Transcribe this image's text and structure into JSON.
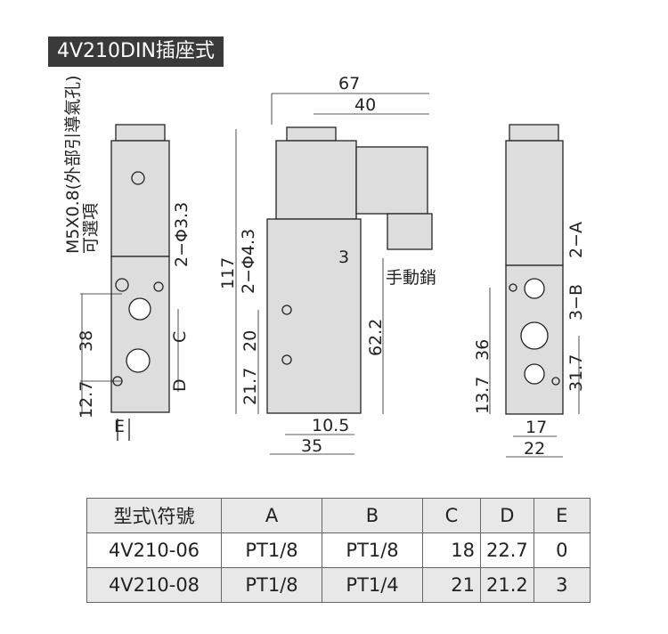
{
  "title": "4V210DIN插座式",
  "labels": {
    "m5": "M5X0.8(外部引導氣孔)",
    "optional": "可選項",
    "hole33": "2−Φ3.3",
    "d38": "38",
    "d127": "12.7",
    "C": "C",
    "D": "D",
    "E": "E",
    "d67": "67",
    "d40": "40",
    "d117": "117",
    "hole43": "2−Φ4.3",
    "d3": "3",
    "manual": "手動銷",
    "d20": "20",
    "d217": "21.7",
    "d622": "62.2",
    "d105": "10.5",
    "d35": "35",
    "d36": "36",
    "d137": "13.7",
    "d2A": "2−A",
    "d3B": "3−B",
    "d317": "31.7",
    "d17": "17",
    "d22": "22"
  },
  "table": {
    "headers": [
      "型式\\符號",
      "A",
      "B",
      "C",
      "D",
      "E"
    ],
    "rows": [
      [
        "4V210-06",
        "PT1/8",
        "PT1/8",
        "18",
        "22.7",
        "0"
      ],
      [
        "4V210-08",
        "PT1/8",
        "PT1/4",
        "21",
        "21.2",
        "3"
      ]
    ]
  }
}
